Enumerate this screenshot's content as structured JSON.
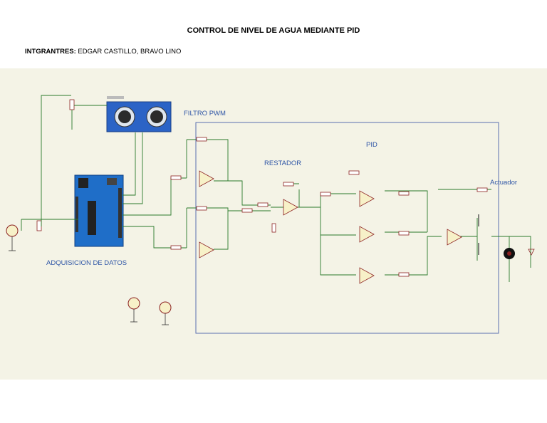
{
  "title": "CONTROL DE NIVEL DE AGUA MEDIANTE PID",
  "members": {
    "label": "INTGRANTRES:",
    "names": "EDGAR CASTILLO, BRAVO LINO"
  },
  "blocks": {
    "filtro_pwm": "FILTRO PWM",
    "restador": "RESTADOR",
    "pid": "PID",
    "actuador": "Actuador",
    "adquisicion": "ADQUISICION DE DATOS"
  },
  "colors": {
    "wire": "#2a7a2a",
    "block_label": "#2f56a6",
    "frame": "#5a6fb0",
    "component": "#8b2020",
    "background": "#f4f3e6"
  }
}
